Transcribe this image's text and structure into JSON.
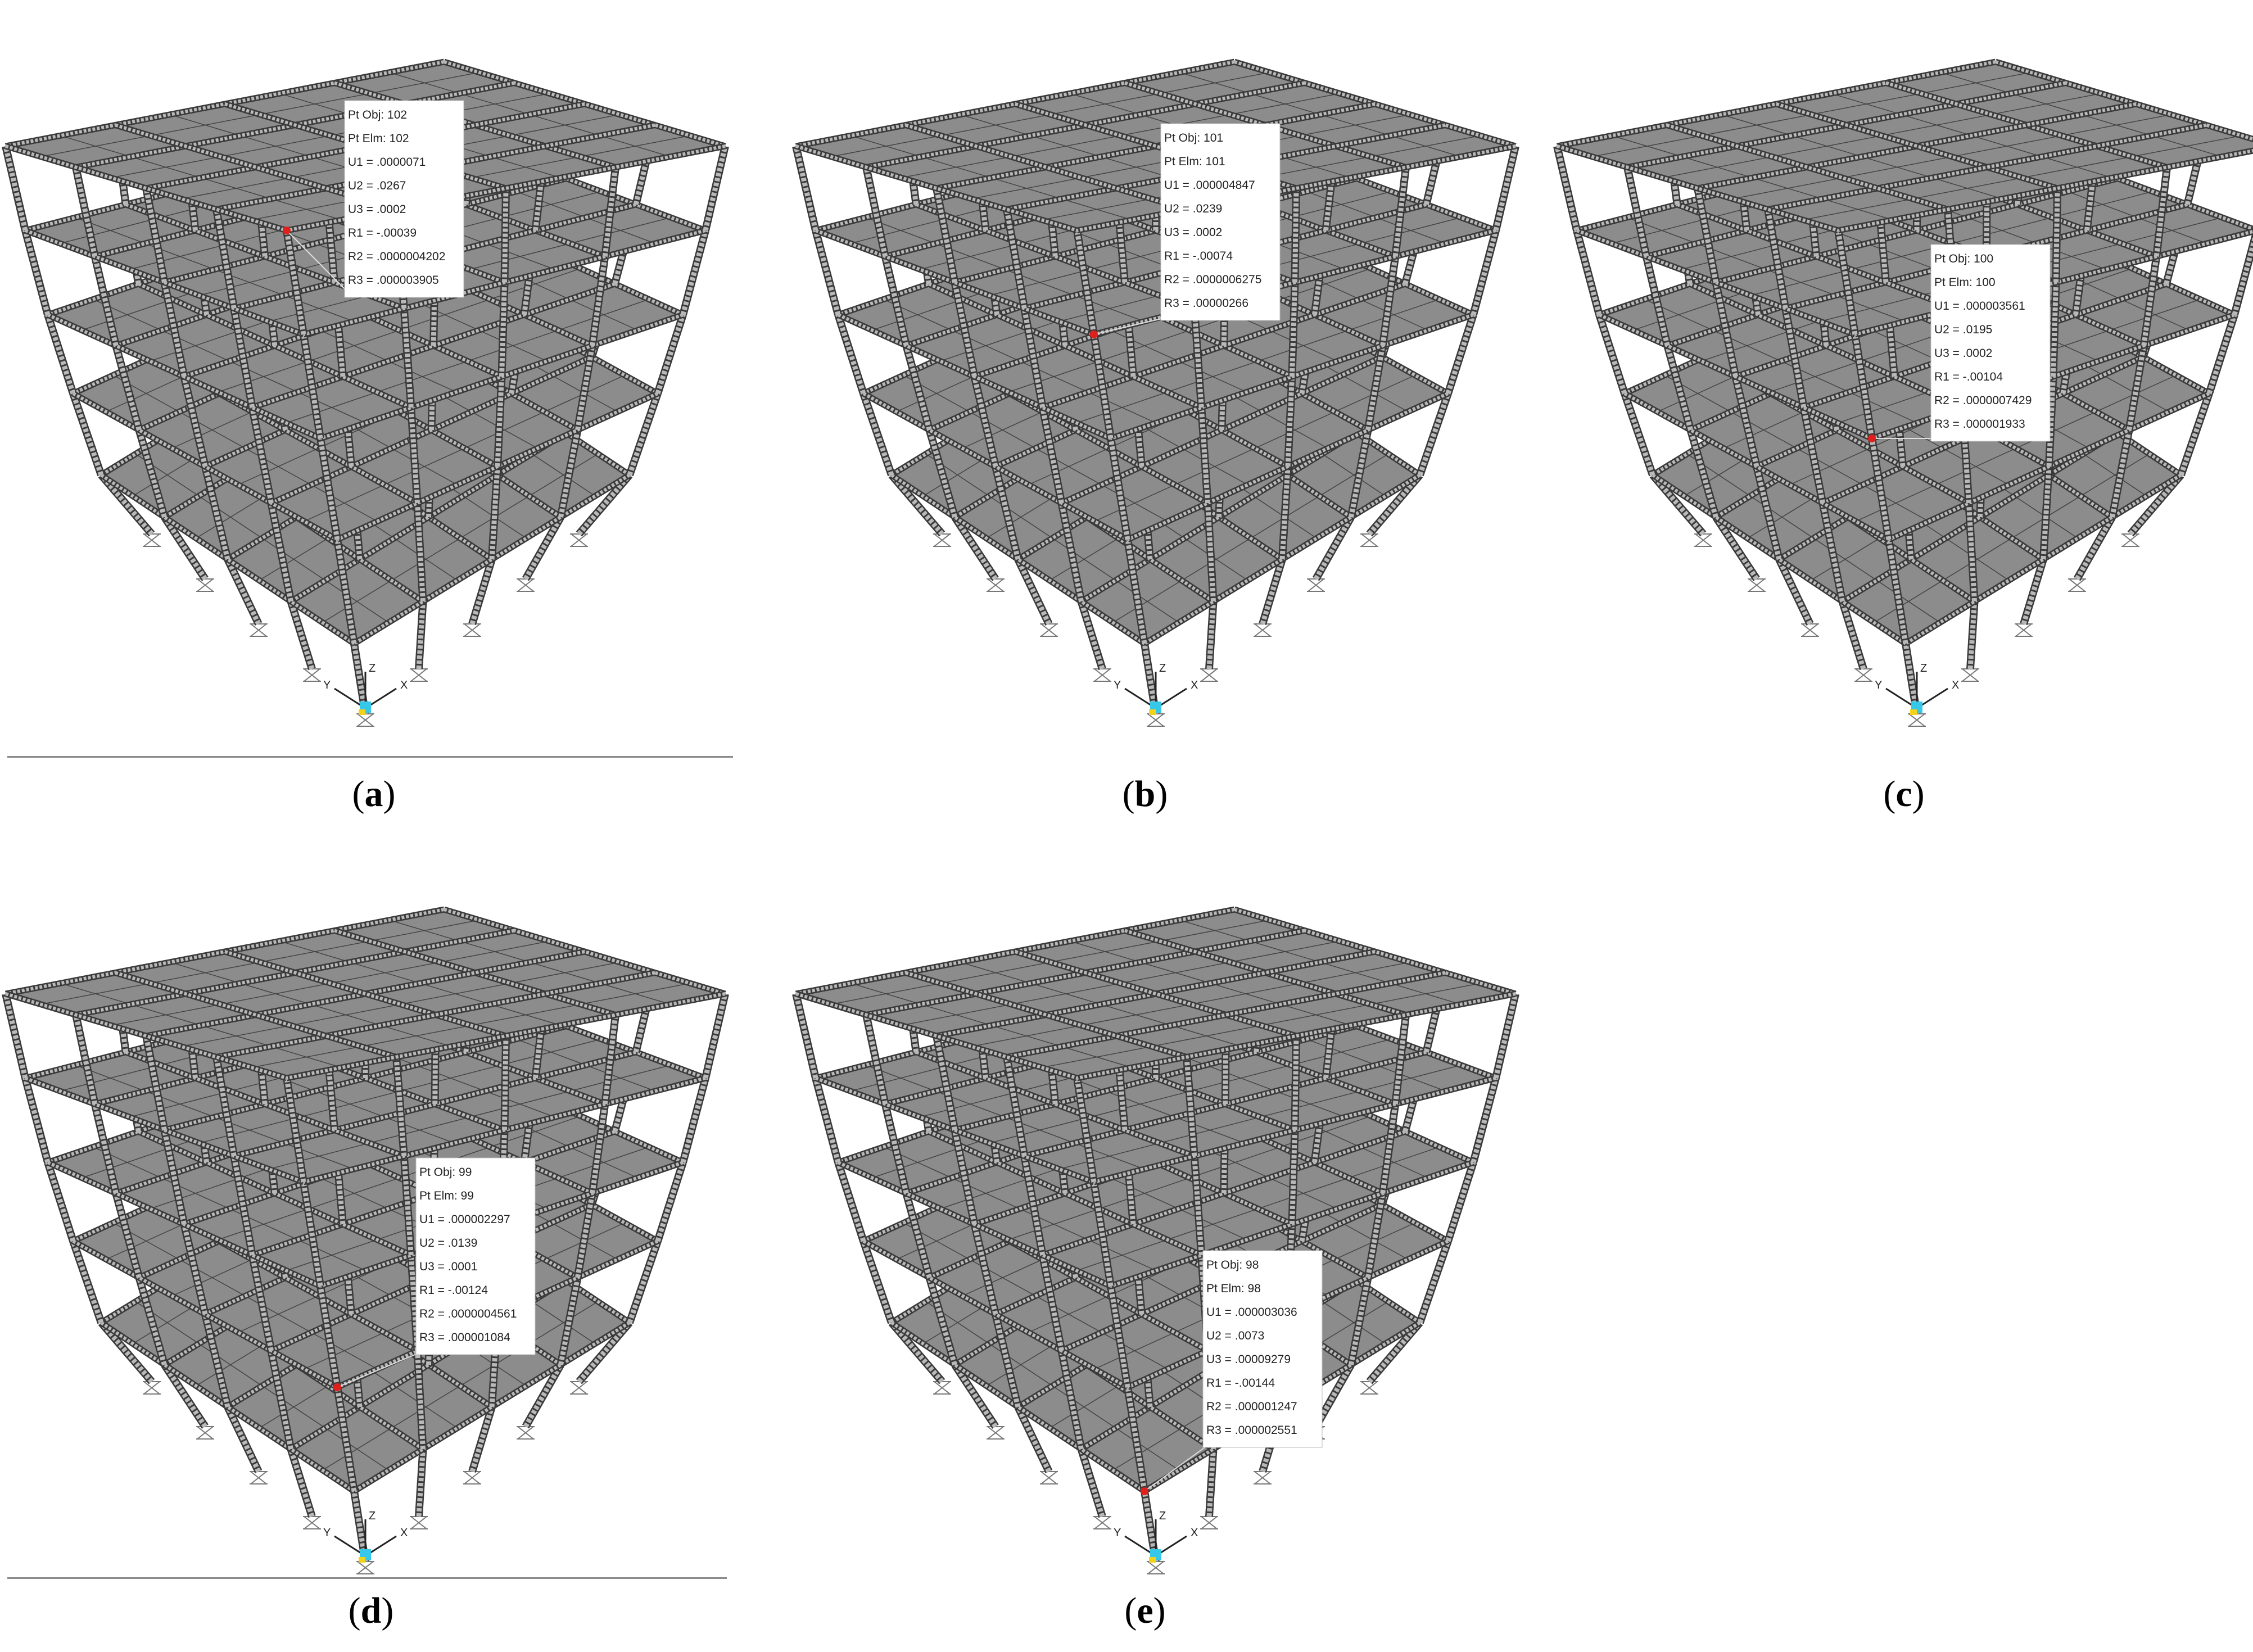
{
  "colors": {
    "slab": "#8c8c8c",
    "beam": "#b9b9b9",
    "edge": "#3a3a3a",
    "point": "#e0201c",
    "label_bg": "#ffffff"
  },
  "axes_triad": {
    "x": "X",
    "y": "Y",
    "z": "Z"
  },
  "panels": [
    {
      "letter": "a",
      "open": "(",
      "close": ")",
      "level": 5,
      "label": [
        "Pt Obj: 102",
        "Pt Elm: 102",
        "U1 = .0000071",
        "U2 = .0267",
        "U3 = .0002",
        "R1 = -.00039",
        "R2 = .0000004202",
        "R3 = .000003905"
      ]
    },
    {
      "letter": "b",
      "open": "(",
      "close": ")",
      "level": 4,
      "label": [
        "Pt Obj: 101",
        "Pt Elm: 101",
        "U1 = .000004847",
        "U2 = .0239",
        "U3 = .0002",
        "R1 = -.00074",
        "R2 = .0000006275",
        "R3 = .00000266"
      ]
    },
    {
      "letter": "c",
      "open": "(",
      "close": ")",
      "level": 3,
      "label": [
        "Pt Obj: 100",
        "Pt Elm: 100",
        "U1 = .000003561",
        "U2 = .0195",
        "U3 = .0002",
        "R1 = -.00104",
        "R2 = .0000007429",
        "R3 = .000001933"
      ]
    },
    {
      "letter": "d",
      "open": "(",
      "close": ")",
      "level": 2,
      "label": [
        "Pt Obj: 99",
        "Pt Elm: 99",
        "U1 = .000002297",
        "U2 = .0139",
        "U3 = .0001",
        "R1 = -.00124",
        "R2 = .0000004561",
        "R3 = .000001084"
      ]
    },
    {
      "letter": "e",
      "open": "(",
      "close": ")",
      "level": 1,
      "label": [
        "Pt Obj: 98",
        "Pt Elm: 98",
        "U1 = .000003036",
        "U2 = .0073",
        "U3 = .00009279",
        "R1 = -.00144",
        "R2 = .000001247",
        "R3 = .000002551"
      ]
    }
  ]
}
